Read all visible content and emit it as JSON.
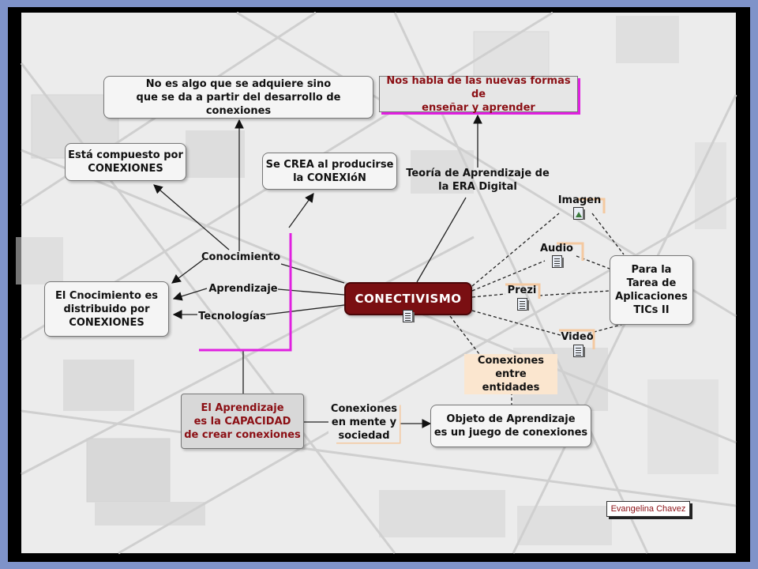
{
  "nodes": {
    "no_es_algo": "No es algo que se adquiere sino\nque se da a partir del desarrollo de conexiones",
    "nos_habla": "Nos habla de las nuevas formas de\nenseñar y aprender",
    "compuesto": "Está compuesto por\nCONEXIONES",
    "se_crea": "Se CREA al producirse\nla CONEXIóN",
    "distribuido": "El Cnocimiento es\ndistribuido por\nCONEXIONES",
    "conectivismo": "CONECTIVISMO",
    "para_la_tarea": "Para la\nTarea de\nAplicaciones\nTICs II",
    "aprendizaje_capacidad": "El Aprendizaje\nes la CAPACIDAD\nde crear conexiones",
    "objeto": "Objeto de Aprendizaje\nes un juego de conexiones"
  },
  "labels": {
    "teoria": "Teoría de Aprendizaje de\nla ERA Digital",
    "conocimiento": "Conocimiento",
    "aprendizaje": "Aprendizaje",
    "tecnologias": "Tecnologías",
    "imagen": "Imagen",
    "audio": "Audio",
    "prezi": "Prezi",
    "video": "Video",
    "conexiones_entidades": "Conexiones\nentre entidades",
    "conexiones_mente": "Conexiones\nen mente y\nsociedad"
  },
  "signature": "Evangelina Chavez",
  "icons": [
    "document-icon",
    "image-icon"
  ],
  "colors": {
    "main_node": "#7a0f12",
    "red_text": "#8b0f14",
    "magenta_accent": "#e020e0",
    "peach_label": "#fbe6cf",
    "frame_blue": "#7f93c9"
  }
}
